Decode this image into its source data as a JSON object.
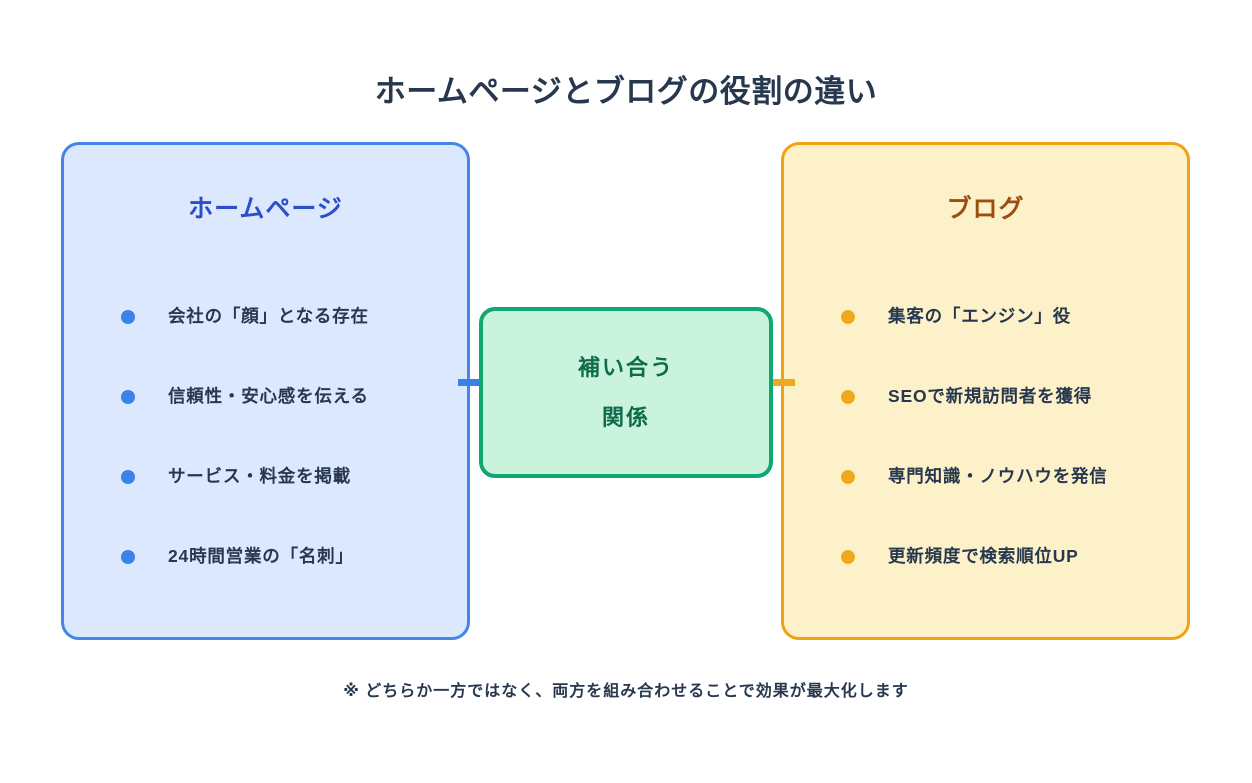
{
  "title": "ホームページとブログの役割の違い",
  "colors": {
    "title_text": "#27384e",
    "left_border": "#4287e8",
    "left_fill": "#dce8fd",
    "left_heading": "#2b4fc9",
    "left_dot": "#3b82e8",
    "right_border": "#f3a114",
    "right_fill": "#fdf1c9",
    "right_heading": "#9a4f10",
    "right_dot": "#f0a81e",
    "center_border": "#10a871",
    "center_fill": "#c9f3dc",
    "center_text": "#0f6b4b",
    "body_text": "#27384e",
    "background": "#ffffff"
  },
  "left_panel": {
    "heading": "ホームページ",
    "items": [
      "会社の「顔」となる存在",
      "信頼性・安心感を伝える",
      "サービス・料金を掲載",
      "24時間営業の「名刺」"
    ]
  },
  "right_panel": {
    "heading": "ブログ",
    "items": [
      "集客の「エンジン」役",
      "SEOで新規訪問者を獲得",
      "専門知識・ノウハウを発信",
      "更新頻度で検索順位UP"
    ]
  },
  "center_box": {
    "line1": "補い合う",
    "line2": "関係"
  },
  "arrows": {
    "left": "arrow-right-icon",
    "right": "arrow-left-icon"
  },
  "footer": "※ どちらか一方ではなく、両方を組み合わせることで効果が最大化します"
}
